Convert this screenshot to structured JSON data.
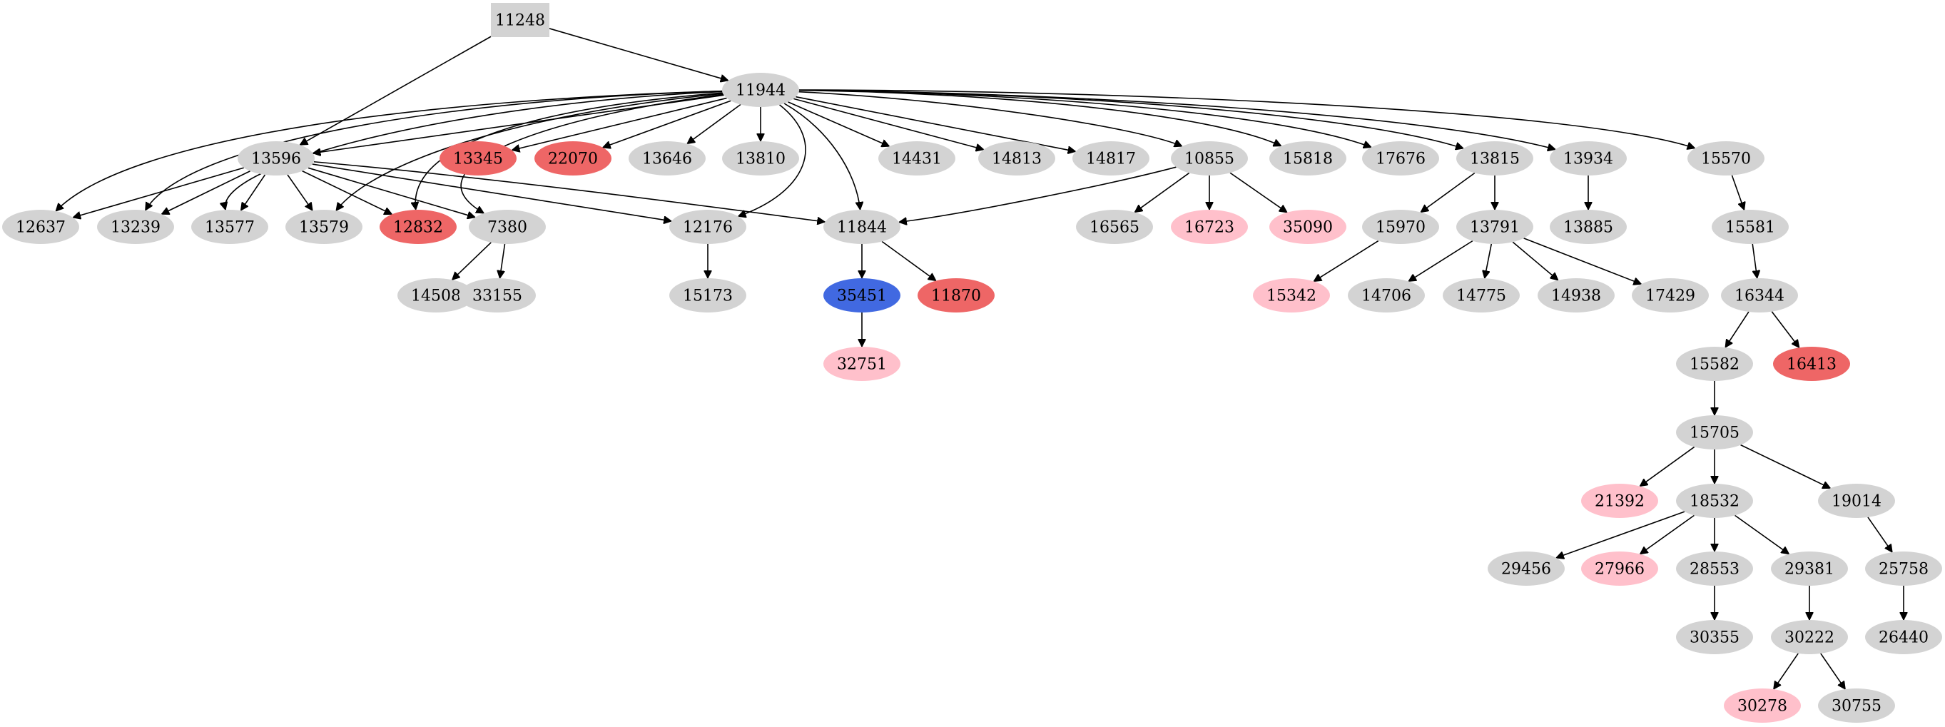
{
  "graph": {
    "type": "directed-tree",
    "colors": {
      "default": "#d3d3d3",
      "red": "#ee6666",
      "pink": "#ffc0cb",
      "blue": "#4169e1"
    },
    "nodes": [
      {
        "id": "11248",
        "label": "11248",
        "shape": "box",
        "color": "default"
      },
      {
        "id": "11944",
        "label": "11944",
        "color": "default"
      },
      {
        "id": "13596",
        "label": "13596",
        "color": "default"
      },
      {
        "id": "13345",
        "label": "13345",
        "color": "red"
      },
      {
        "id": "22070",
        "label": "22070",
        "color": "red"
      },
      {
        "id": "13646",
        "label": "13646",
        "color": "default"
      },
      {
        "id": "13810",
        "label": "13810",
        "color": "default"
      },
      {
        "id": "14431",
        "label": "14431",
        "color": "default"
      },
      {
        "id": "14813",
        "label": "14813",
        "color": "default"
      },
      {
        "id": "14817",
        "label": "14817",
        "color": "default"
      },
      {
        "id": "10855",
        "label": "10855",
        "color": "default"
      },
      {
        "id": "15818",
        "label": "15818",
        "color": "default"
      },
      {
        "id": "17676",
        "label": "17676",
        "color": "default"
      },
      {
        "id": "13815",
        "label": "13815",
        "color": "default"
      },
      {
        "id": "13934",
        "label": "13934",
        "color": "default"
      },
      {
        "id": "15570",
        "label": "15570",
        "color": "default"
      },
      {
        "id": "12637",
        "label": "12637",
        "color": "default"
      },
      {
        "id": "13239",
        "label": "13239",
        "color": "default"
      },
      {
        "id": "13577",
        "label": "13577",
        "color": "default"
      },
      {
        "id": "13579",
        "label": "13579",
        "color": "default"
      },
      {
        "id": "12832",
        "label": "12832",
        "color": "red"
      },
      {
        "id": "7380",
        "label": "7380",
        "color": "default"
      },
      {
        "id": "12176",
        "label": "12176",
        "color": "default"
      },
      {
        "id": "11844",
        "label": "11844",
        "color": "default"
      },
      {
        "id": "16565",
        "label": "16565",
        "color": "default"
      },
      {
        "id": "16723",
        "label": "16723",
        "color": "pink"
      },
      {
        "id": "35090",
        "label": "35090",
        "color": "pink"
      },
      {
        "id": "15970",
        "label": "15970",
        "color": "default"
      },
      {
        "id": "13791",
        "label": "13791",
        "color": "default"
      },
      {
        "id": "13885",
        "label": "13885",
        "color": "default"
      },
      {
        "id": "15581",
        "label": "15581",
        "color": "default"
      },
      {
        "id": "14508",
        "label": "14508",
        "color": "default"
      },
      {
        "id": "33155",
        "label": "33155",
        "color": "default"
      },
      {
        "id": "15173",
        "label": "15173",
        "color": "default"
      },
      {
        "id": "35451",
        "label": "35451",
        "color": "blue"
      },
      {
        "id": "11870",
        "label": "11870",
        "color": "red"
      },
      {
        "id": "15342",
        "label": "15342",
        "color": "pink"
      },
      {
        "id": "14706",
        "label": "14706",
        "color": "default"
      },
      {
        "id": "14775",
        "label": "14775",
        "color": "default"
      },
      {
        "id": "14938",
        "label": "14938",
        "color": "default"
      },
      {
        "id": "17429",
        "label": "17429",
        "color": "default"
      },
      {
        "id": "16344",
        "label": "16344",
        "color": "default"
      },
      {
        "id": "32751",
        "label": "32751",
        "color": "pink"
      },
      {
        "id": "15582",
        "label": "15582",
        "color": "default"
      },
      {
        "id": "16413",
        "label": "16413",
        "color": "red"
      },
      {
        "id": "15705",
        "label": "15705",
        "color": "default"
      },
      {
        "id": "21392",
        "label": "21392",
        "color": "pink"
      },
      {
        "id": "18532",
        "label": "18532",
        "color": "default"
      },
      {
        "id": "19014",
        "label": "19014",
        "color": "default"
      },
      {
        "id": "29456",
        "label": "29456",
        "color": "default"
      },
      {
        "id": "27966",
        "label": "27966",
        "color": "pink"
      },
      {
        "id": "28553",
        "label": "28553",
        "color": "default"
      },
      {
        "id": "29381",
        "label": "29381",
        "color": "default"
      },
      {
        "id": "25758",
        "label": "25758",
        "color": "default"
      },
      {
        "id": "30355",
        "label": "30355",
        "color": "default"
      },
      {
        "id": "30222",
        "label": "30222",
        "color": "default"
      },
      {
        "id": "26440",
        "label": "26440",
        "color": "default"
      },
      {
        "id": "30278",
        "label": "30278",
        "color": "pink"
      },
      {
        "id": "30755",
        "label": "30755",
        "color": "default"
      }
    ],
    "edges": [
      [
        "11248",
        "11944"
      ],
      [
        "11248",
        "13596"
      ],
      [
        "11944",
        "13596"
      ],
      [
        "11944",
        "13345"
      ],
      [
        "11944",
        "22070"
      ],
      [
        "11944",
        "13646"
      ],
      [
        "11944",
        "13810"
      ],
      [
        "11944",
        "14431"
      ],
      [
        "11944",
        "14813"
      ],
      [
        "11944",
        "14817"
      ],
      [
        "11944",
        "10855"
      ],
      [
        "11944",
        "15818"
      ],
      [
        "11944",
        "17676"
      ],
      [
        "11944",
        "13815"
      ],
      [
        "11944",
        "13934"
      ],
      [
        "11944",
        "15570"
      ],
      [
        "11944",
        "12637"
      ],
      [
        "11944",
        "13239"
      ],
      [
        "11944",
        "13577"
      ],
      [
        "11944",
        "13579"
      ],
      [
        "11944",
        "12832"
      ],
      [
        "11944",
        "7380"
      ],
      [
        "11944",
        "12176"
      ],
      [
        "11944",
        "11844"
      ],
      [
        "13596",
        "12637"
      ],
      [
        "13596",
        "13239"
      ],
      [
        "13596",
        "13577"
      ],
      [
        "13596",
        "13579"
      ],
      [
        "13596",
        "12832"
      ],
      [
        "13596",
        "7380"
      ],
      [
        "13596",
        "12176"
      ],
      [
        "13596",
        "11844"
      ],
      [
        "10855",
        "11844"
      ],
      [
        "10855",
        "16565"
      ],
      [
        "10855",
        "16723"
      ],
      [
        "10855",
        "35090"
      ],
      [
        "13815",
        "15970"
      ],
      [
        "13815",
        "13791"
      ],
      [
        "13934",
        "13885"
      ],
      [
        "15570",
        "15581"
      ],
      [
        "7380",
        "14508"
      ],
      [
        "7380",
        "33155"
      ],
      [
        "12176",
        "15173"
      ],
      [
        "11844",
        "35451"
      ],
      [
        "11844",
        "11870"
      ],
      [
        "15970",
        "15342"
      ],
      [
        "13791",
        "14706"
      ],
      [
        "13791",
        "14775"
      ],
      [
        "13791",
        "14938"
      ],
      [
        "13791",
        "17429"
      ],
      [
        "15581",
        "16344"
      ],
      [
        "35451",
        "32751"
      ],
      [
        "16344",
        "15582"
      ],
      [
        "16344",
        "16413"
      ],
      [
        "15582",
        "15705"
      ],
      [
        "15705",
        "21392"
      ],
      [
        "15705",
        "18532"
      ],
      [
        "15705",
        "19014"
      ],
      [
        "18532",
        "29456"
      ],
      [
        "18532",
        "27966"
      ],
      [
        "18532",
        "28553"
      ],
      [
        "18532",
        "29381"
      ],
      [
        "19014",
        "25758"
      ],
      [
        "28553",
        "30355"
      ],
      [
        "29381",
        "30222"
      ],
      [
        "25758",
        "26440"
      ],
      [
        "30222",
        "30278"
      ],
      [
        "30222",
        "30755"
      ]
    ]
  }
}
